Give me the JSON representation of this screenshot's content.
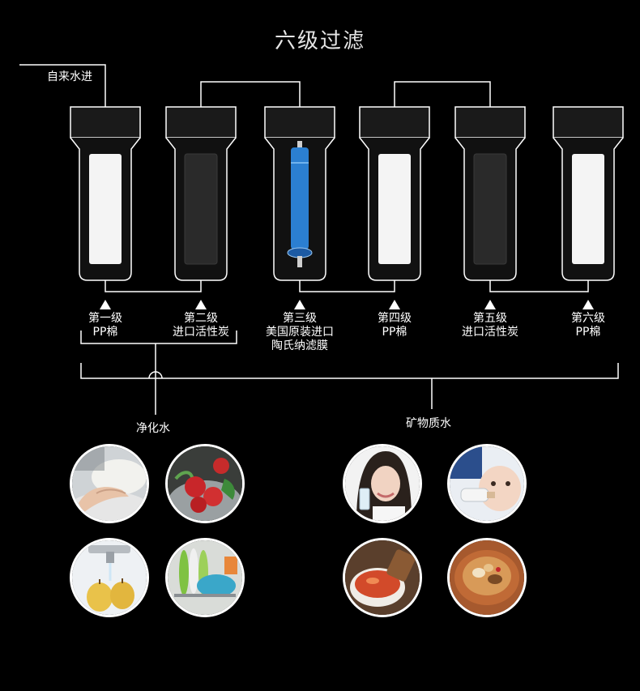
{
  "title": "六级过滤",
  "inlet_label": "自来水进",
  "stages": [
    {
      "line1": "第一级",
      "line2": "PP棉",
      "line3": "",
      "cartridge": "white"
    },
    {
      "line1": "第二级",
      "line2": "进口活性炭",
      "line3": "",
      "cartridge": "black"
    },
    {
      "line1": "第三级",
      "line2": "美国原装进口",
      "line3": "陶氏纳滤膜",
      "cartridge": "blue-membrane"
    },
    {
      "line1": "第四级",
      "line2": "PP棉",
      "line3": "",
      "cartridge": "white"
    },
    {
      "line1": "第五级",
      "line2": "进口活性炭",
      "line3": "",
      "cartridge": "black"
    },
    {
      "line1": "第六级",
      "line2": "PP棉",
      "line3": "",
      "cartridge": "white"
    }
  ],
  "groups": {
    "purified": {
      "label": "净化水",
      "photos": [
        "washing-rice",
        "washing-vegetables",
        "washing-fruit",
        "washing-dishes"
      ]
    },
    "mineral": {
      "label": "矿物质水",
      "photos": [
        "woman-drinking-water",
        "baby-bottle",
        "soup-bowl",
        "clay-pot-stew"
      ]
    }
  },
  "colors": {
    "background": "#000000",
    "lines": "#ffffff",
    "housing_fill": "#111111",
    "cap_fill": "#1a1a1a",
    "white_cartridge": "#f4f4f4",
    "carbon_cartridge": "#2a2a2a",
    "membrane_blue": "#2b7fd1"
  }
}
